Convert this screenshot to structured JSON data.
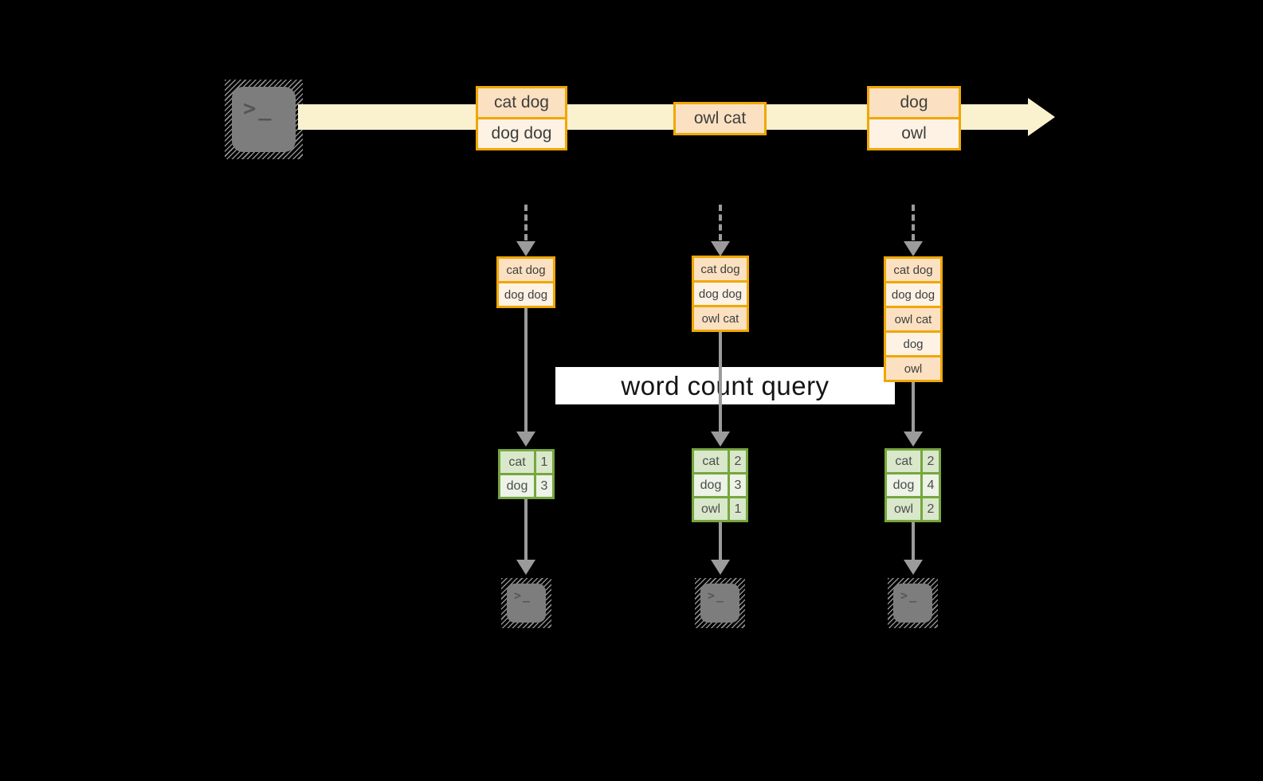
{
  "colors": {
    "gold_border": "#F0A702",
    "peach_dark": "#FBE1C1",
    "peach_light": "#FDF2E4",
    "stream_band": "#FAF1CE",
    "green_border": "#76A73E",
    "green_cell_dark": "#D9E7CB",
    "green_cell_light": "#EDF3E6",
    "arrow_gray": "#9B9B9B",
    "terminal_gray": "#7D7D7D",
    "label_bg": "#FFFFFF",
    "label_text": "#141414",
    "background": "#000000"
  },
  "prompt_glyph": ">_",
  "query_label": "word count query",
  "stream": {
    "events": [
      {
        "lines": [
          "cat dog",
          "dog dog"
        ]
      },
      {
        "lines": [
          "owl cat"
        ]
      },
      {
        "lines": [
          "dog",
          "owl"
        ]
      }
    ]
  },
  "columns": [
    {
      "events": [
        "cat dog",
        "dog dog"
      ],
      "counts": [
        {
          "word": "cat",
          "count": "1"
        },
        {
          "word": "dog",
          "count": "3"
        }
      ]
    },
    {
      "events": [
        "cat dog",
        "dog dog",
        "owl cat"
      ],
      "counts": [
        {
          "word": "cat",
          "count": "2"
        },
        {
          "word": "dog",
          "count": "3"
        },
        {
          "word": "owl",
          "count": "1"
        }
      ]
    },
    {
      "events": [
        "cat dog",
        "dog dog",
        "owl cat",
        "dog",
        "owl"
      ],
      "counts": [
        {
          "word": "cat",
          "count": "2"
        },
        {
          "word": "dog",
          "count": "4"
        },
        {
          "word": "owl",
          "count": "2"
        }
      ]
    }
  ]
}
